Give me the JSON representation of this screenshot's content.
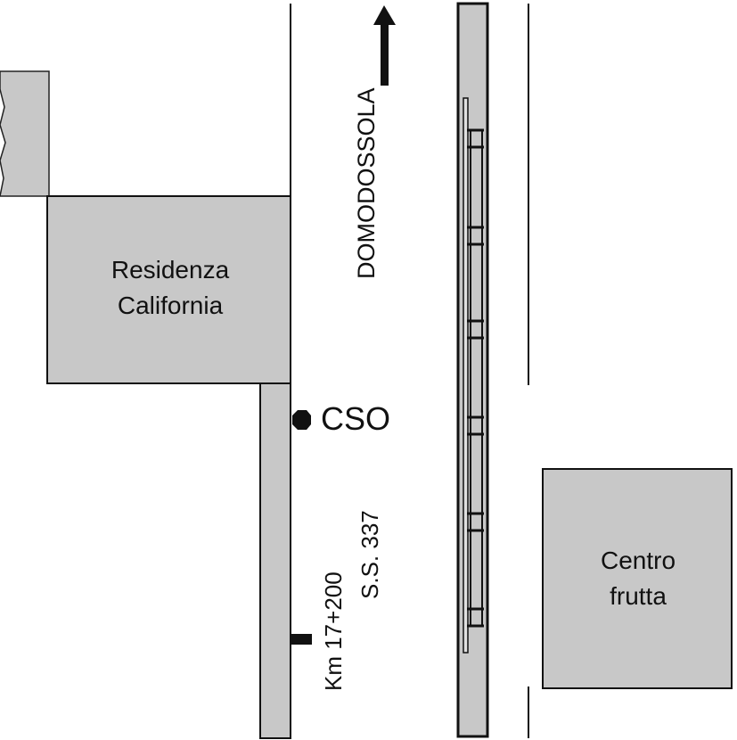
{
  "colors": {
    "building_fill": "#c8c8c8",
    "outline": "#222222",
    "background": "#ffffff"
  },
  "labels": {
    "residenza_line1": "Residenza",
    "residenza_line2": "California",
    "cso": "CSO",
    "direction": "DOMODOSSOLA",
    "road": "S.S. 337",
    "km_marker": "Km 17+200",
    "centro_line1": "Centro",
    "centro_line2": "frutta"
  },
  "icons": {
    "cso_marker": "filled-octagon",
    "direction_arrow": "arrow-up",
    "km_marker": "black-bar"
  }
}
